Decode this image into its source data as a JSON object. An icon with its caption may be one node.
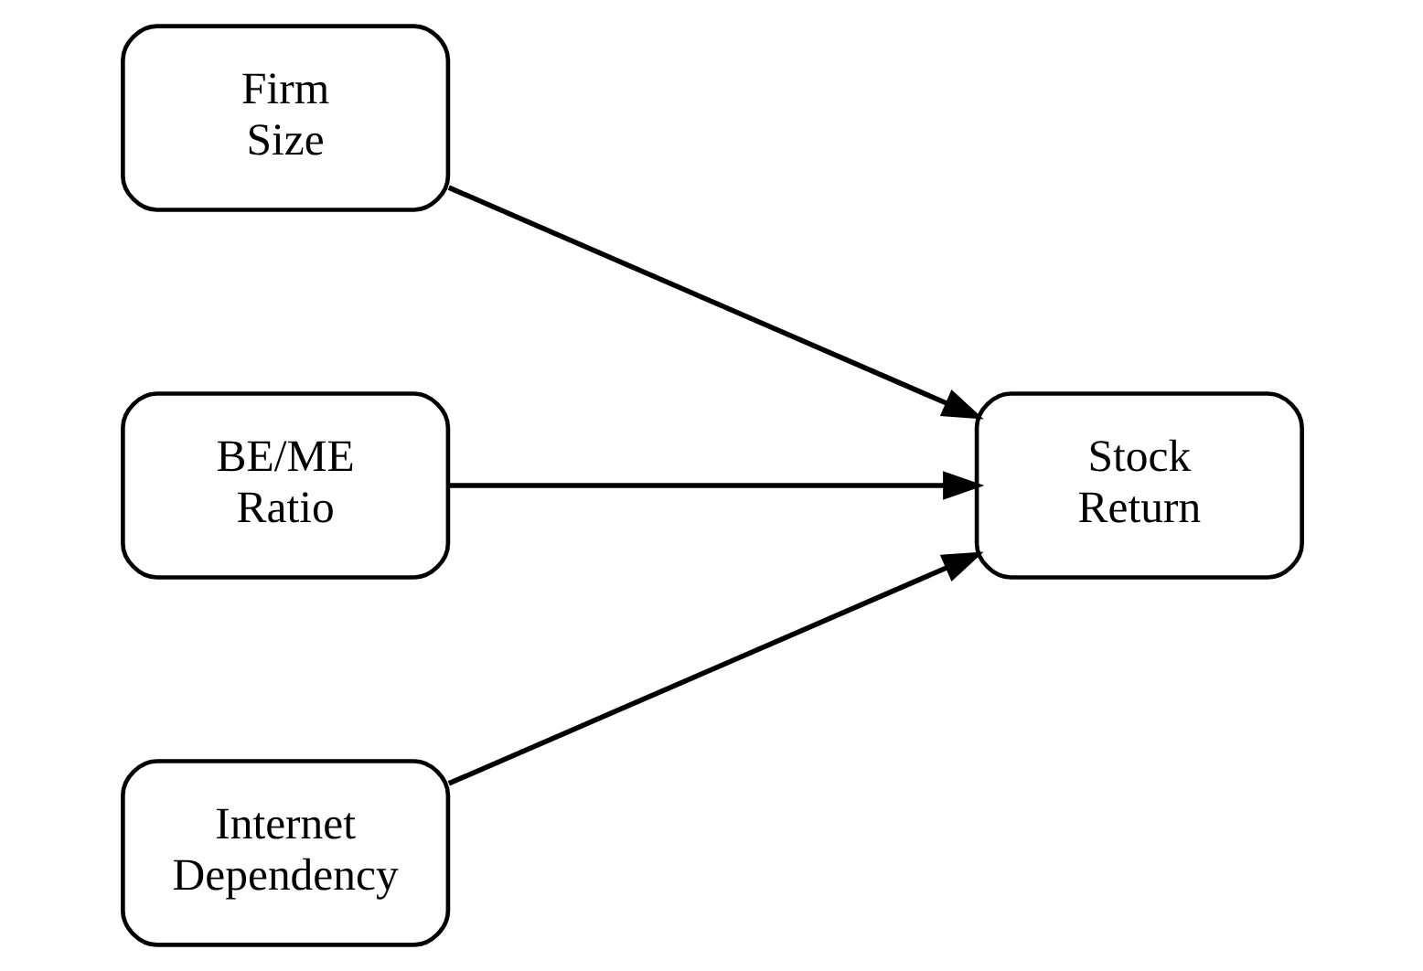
{
  "diagram": {
    "nodes": [
      {
        "text": [
          "Firm Size"
        ]
      },
      {
        "text": [
          "BE/ME Ratio"
        ]
      },
      {
        "text": [
          "Internet Dependency"
        ]
      },
      {
        "text": [
          "Stock Return"
        ]
      }
    ],
    "edges": [
      {
        "from": 0,
        "to": 3,
        "arrow": "to"
      },
      {
        "from": 1,
        "to": 3,
        "arrow": "to"
      },
      {
        "from": 2,
        "to": 3,
        "arrow": "to"
      }
    ]
  }
}
